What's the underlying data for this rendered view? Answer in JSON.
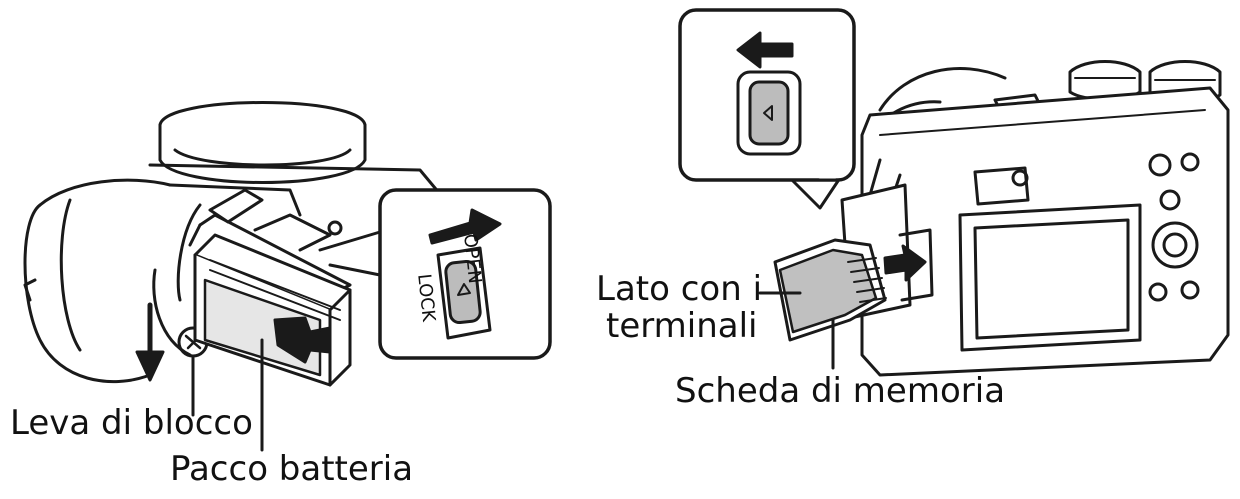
{
  "left_figure": {
    "inset_labels": {
      "open": "OPEN",
      "lock": "LOCK"
    },
    "callouts": {
      "lock_lever": "Leva di blocco",
      "battery_pack": "Pacco batteria"
    }
  },
  "right_figure": {
    "callouts": {
      "terminal_side_line1": "Lato con i",
      "terminal_side_line2": "terminali",
      "memory_card": "Scheda di memoria"
    }
  },
  "colors": {
    "line": "#1a1a1a",
    "fill": "#ffffff",
    "shade": "#c8c8c8",
    "dark": "#8a8a8a"
  },
  "icons": [
    "arrow-right-icon",
    "arrow-left-icon",
    "arrow-down-icon",
    "lock-lever-icon"
  ]
}
